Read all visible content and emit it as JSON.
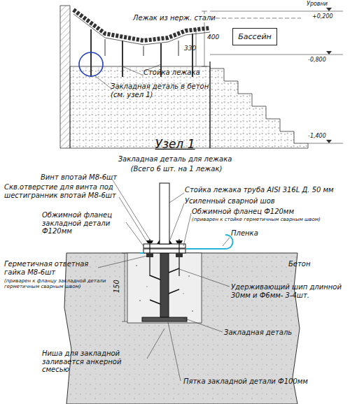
{
  "diagram": {
    "title": "Узел 1",
    "nodes": [
      {
        "text": [
          "Бассейн"
        ]
      }
    ],
    "labels": [
      "Уровни",
      "+0,200",
      "Лежак из нерж. стали",
      "400",
      "330",
      "-0,800",
      "Стойка лежака",
      "Закладная деталь в бетон (см. узел 1)",
      "-1,400",
      "Закладная деталь для лежака",
      "(Всего 6 шт. на 1 лежак)",
      "Винт впотай М8-6шт",
      "Скв.отверстие для винта под шестигранник впотай М8-6шт",
      "Обжимной фланец закладной детали Ф120мм",
      "Стойка лежака труба AISI 316L Д. 50 мм",
      "Усиленный сварной шов",
      "Обжимной фланец Ф120мм",
      "(приварен к стойке герметичным сварным швом)",
      "Пленка",
      "Бетон",
      "150",
      "Герметичная ответная гайка М8-6шт",
      "(приварен к фланцу закладной детали герметичным сварным швом)",
      "Удерживающий шип длинной 30мм и Ф6мм- 3-4шт.",
      "Закладная деталь",
      "Ниша для закладной заливается анкерной смесью",
      "Пятка закладной детали Ф100мм"
    ]
  }
}
